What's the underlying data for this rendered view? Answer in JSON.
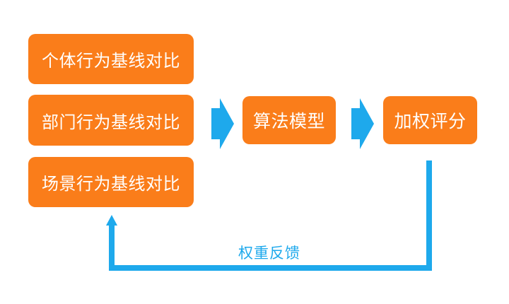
{
  "diagram": {
    "nodes": [
      {
        "id": "individual-baseline",
        "label": "个体行为基线对比"
      },
      {
        "id": "department-baseline",
        "label": "部门行为基线对比"
      },
      {
        "id": "scenario-baseline",
        "label": "场景行为基线对比"
      },
      {
        "id": "algorithm-model",
        "label": "算法模型"
      },
      {
        "id": "weighted-score",
        "label": "加权评分"
      }
    ],
    "feedback_label": "权重反馈",
    "colors": {
      "box_orange": "#FA7D1A",
      "arrow_blue": "#1EA9EC",
      "node_text": "#FFFFFF",
      "canvas_bg": "#FFFFFF"
    }
  }
}
